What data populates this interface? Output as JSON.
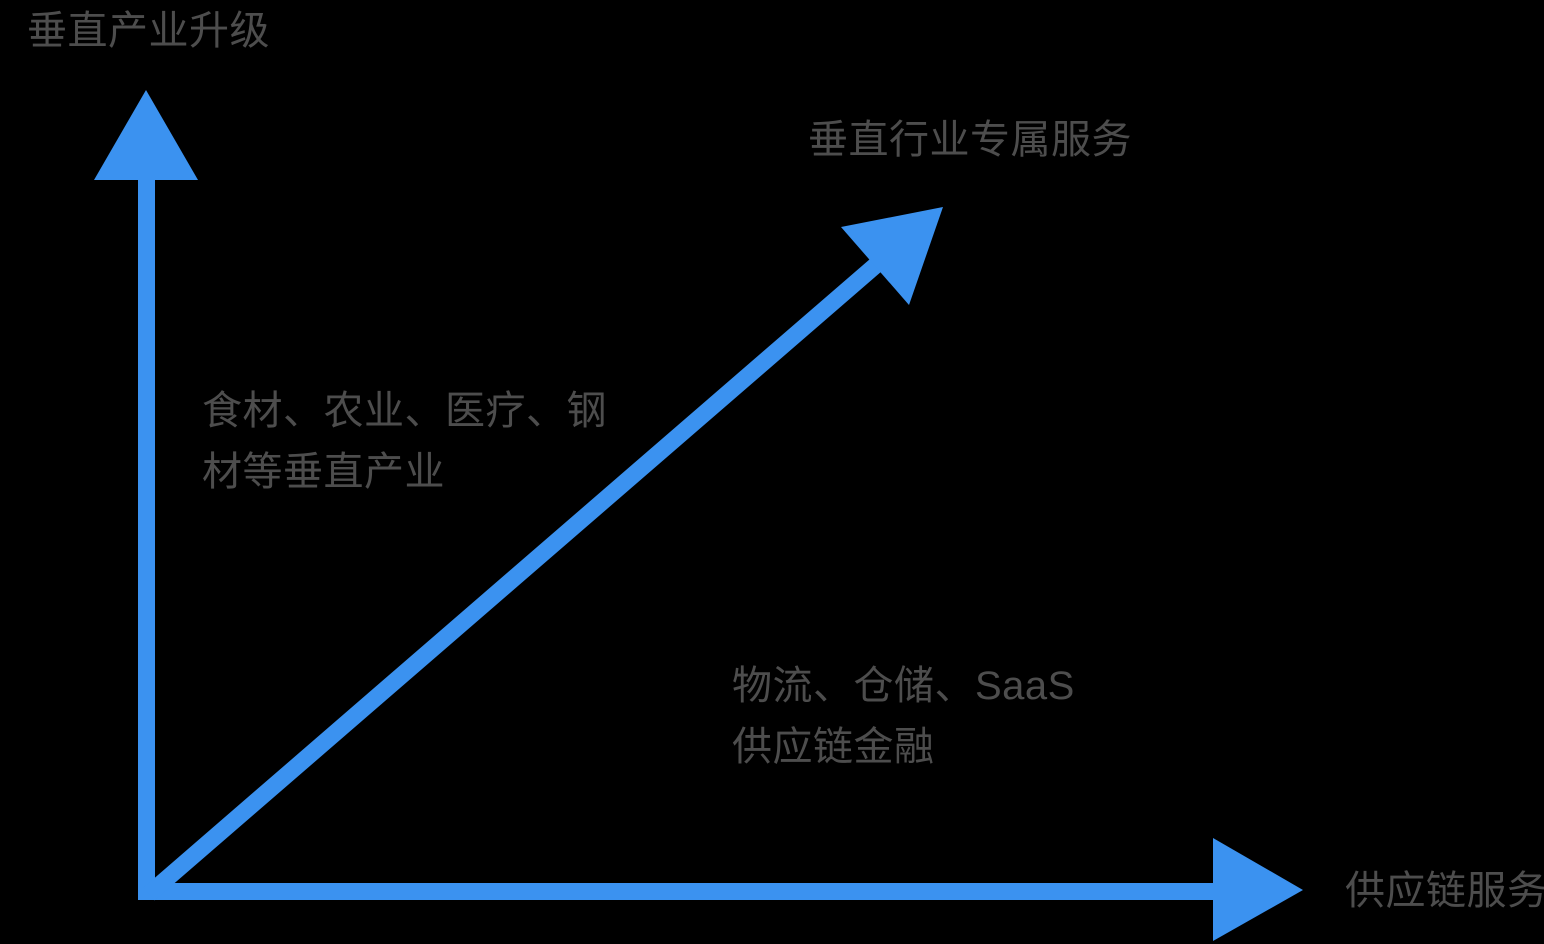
{
  "colors": {
    "background": "#000000",
    "arrow": "#3B92F0",
    "text": "#4D4D4D"
  },
  "diagram": {
    "y_axis": {
      "label": "垂直产业升级"
    },
    "x_axis": {
      "label": "供应链服务"
    },
    "diagonal": {
      "label": "垂直行业专属服务"
    },
    "y_axis_annotation": {
      "lines": [
        "食材、农业、医疗、钢",
        "材等垂直产业"
      ]
    },
    "x_axis_annotation": {
      "lines": [
        "物流、仓储、SaaS",
        "供应链金融"
      ]
    }
  }
}
